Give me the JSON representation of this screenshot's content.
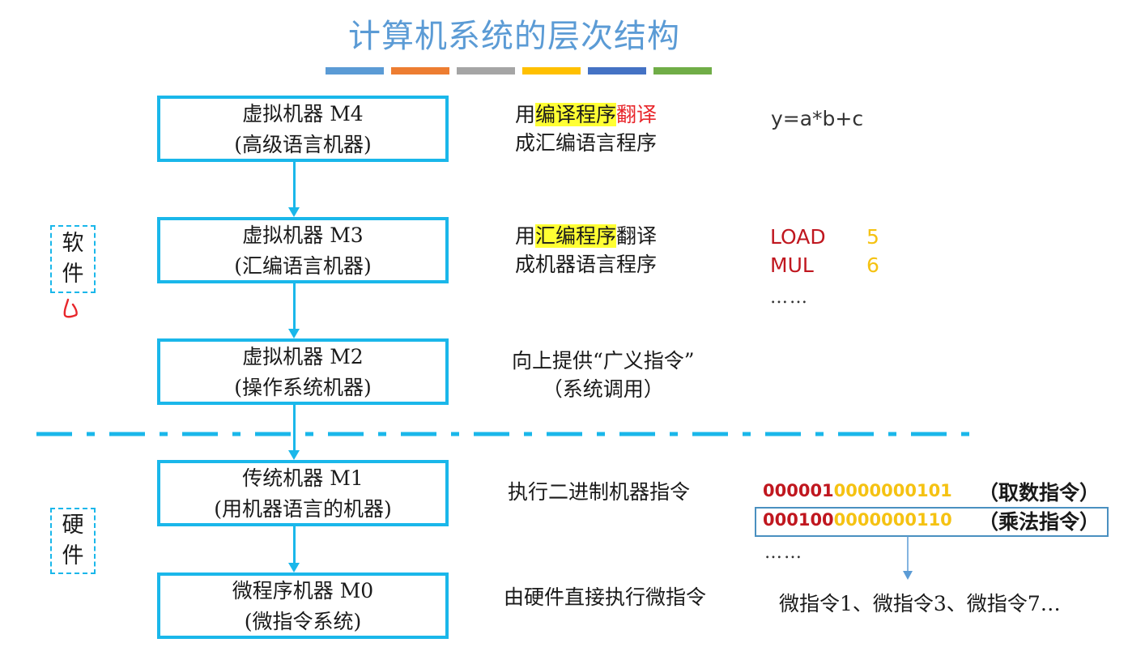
{
  "title": "计算机系统的层次结构",
  "colors": {
    "box_border": "#1ab7ea",
    "title": "#5b9bd5",
    "highlight": "#ffff33",
    "dark_red": "#c0171f",
    "yellow": "#f5c212",
    "stripes": [
      "#5b9bd5",
      "#ed7d31",
      "#a5a5a5",
      "#ffc000",
      "#4472c4",
      "#70ad47"
    ]
  },
  "levels": [
    {
      "name": "虚拟机器 M4",
      "sub": "(高级语言机器)"
    },
    {
      "name": "虚拟机器 M3",
      "sub": "(汇编语言机器)"
    },
    {
      "name": "虚拟机器 M2",
      "sub": "(操作系统机器)"
    },
    {
      "name": "传统机器 M1",
      "sub": "(用机器语言的机器)"
    },
    {
      "name": "微程序机器 M0",
      "sub": "(微指令系统)"
    }
  ],
  "side_labels": {
    "software": [
      "软",
      "件"
    ],
    "hardware": [
      "硬",
      "件"
    ]
  },
  "descriptions": {
    "m4": {
      "pre": "用",
      "highlight": "编译程序",
      "red": "翻译",
      "line2": "成汇编语言程序"
    },
    "m3": {
      "pre": "用",
      "highlight": "汇编程序",
      "post": "翻译",
      "line2": "成机器语言程序"
    },
    "m2": {
      "line1": "向上提供“广义指令”",
      "line2": "（系统调用）"
    },
    "m1": "执行二进制机器指令",
    "m0": "由硬件直接执行微指令"
  },
  "examples": {
    "m4": "y=a*b+c",
    "m3": [
      {
        "op": "LOAD",
        "arg": "5"
      },
      {
        "op": "MUL",
        "arg": "6"
      }
    ],
    "m3_more": "……",
    "m1": [
      {
        "opcode": "000001",
        "operand": "0000000101",
        "note": "（取数指令）"
      },
      {
        "opcode": "000100",
        "operand": "0000000110",
        "note": "（乘法指令）"
      }
    ],
    "m1_more": "……",
    "m0": "微指令1、微指令3、微指令7…"
  }
}
